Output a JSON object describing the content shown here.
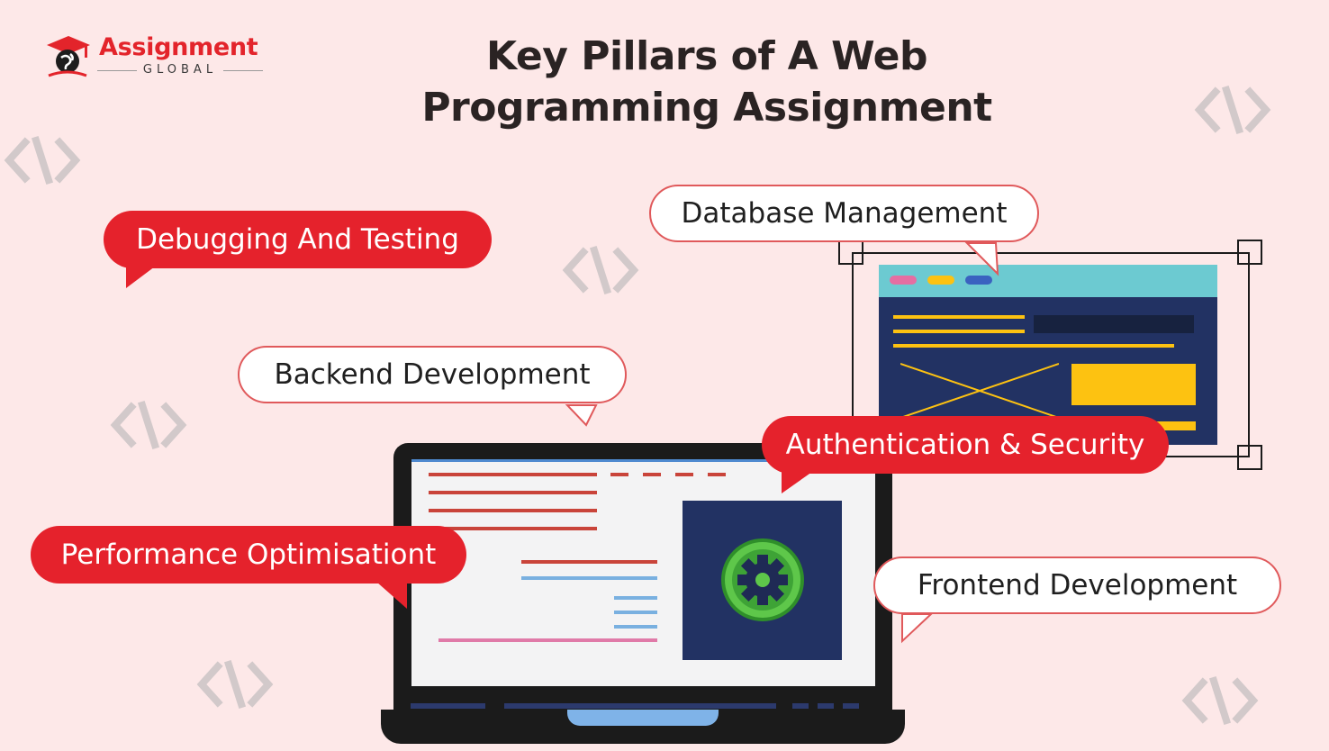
{
  "logo": {
    "wordmark": "Assignment",
    "subtext": "GLOBAL"
  },
  "title": {
    "line1": "Key Pillars of A Web",
    "line2": "Programming Assignment"
  },
  "bubbles": {
    "debugging": "Debugging And Testing",
    "database": "Database Management",
    "backend": "Backend Development",
    "auth": "Authentication & Security",
    "performance": "Performance Optimisationt",
    "frontend": "Frontend Development"
  },
  "colors": {
    "background": "#fde8e8",
    "red": "#e5222c",
    "navy": "#223263",
    "teal": "#6ccad1",
    "yellow": "#fdc211",
    "green": "#5ec74a"
  },
  "icons": [
    "code-symbol-icon",
    "gear-icon",
    "graduation-cap-icon",
    "globe-icon"
  ]
}
